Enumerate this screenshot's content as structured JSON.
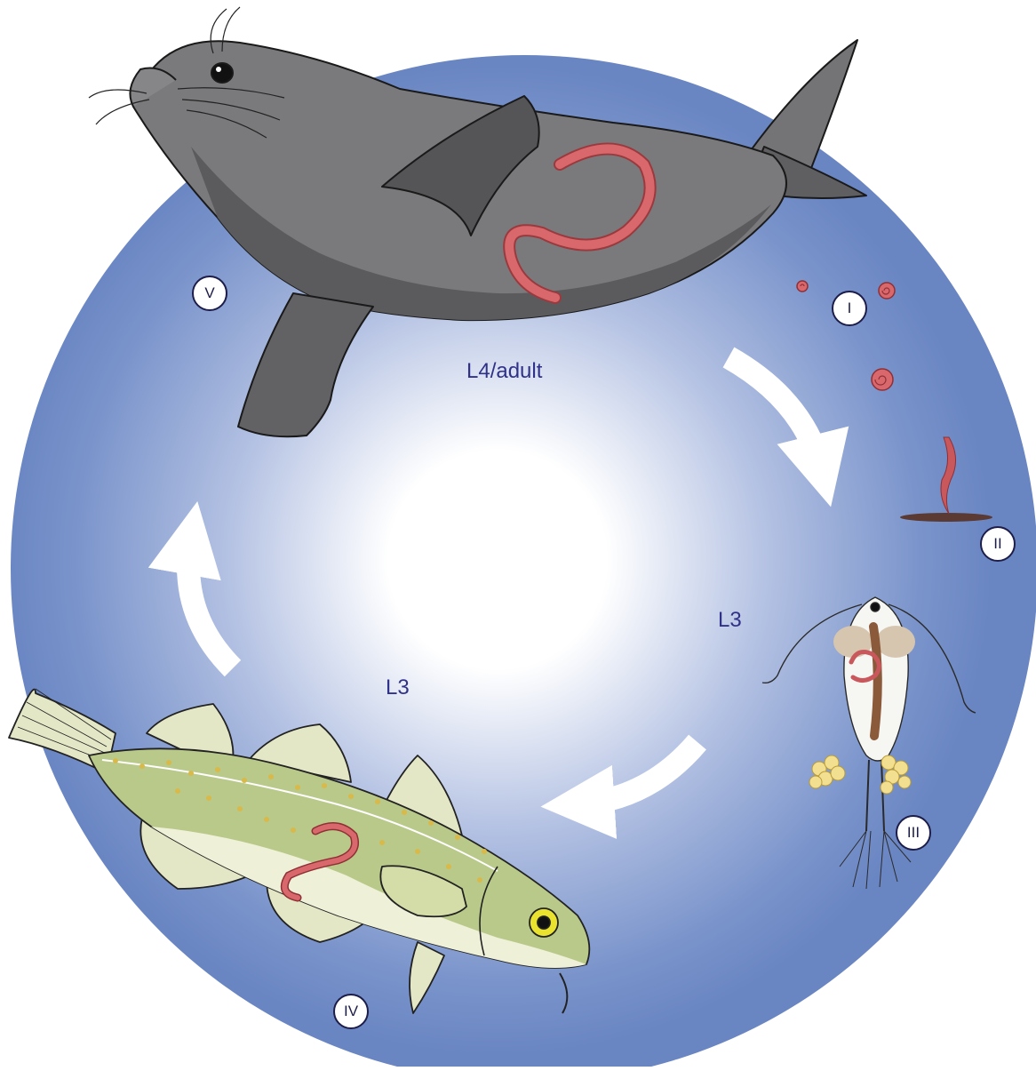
{
  "diagram": {
    "stages": [
      {
        "id": "I",
        "label": "I"
      },
      {
        "id": "II",
        "label": "II"
      },
      {
        "id": "III",
        "label": "III"
      },
      {
        "id": "IV",
        "label": "IV"
      },
      {
        "id": "V",
        "label": "V"
      }
    ],
    "phases": {
      "adult": "L4/adult",
      "copepod": "L3",
      "fish": "L3"
    },
    "hosts": [
      "seal",
      "eggs",
      "hatching larva",
      "copepod",
      "cod fish"
    ],
    "colors": {
      "ring_outer": "#6b88c4",
      "center": "#ffffff",
      "seal": "#6e6e70",
      "seal_dark": "#4f4f52",
      "worm": "#d9686d",
      "fish": "#b9c98a",
      "fish_belly": "#eef0d8",
      "fish_spots": "#d9b94a",
      "text": "#2f3288",
      "arrow": "#ffffff"
    }
  }
}
